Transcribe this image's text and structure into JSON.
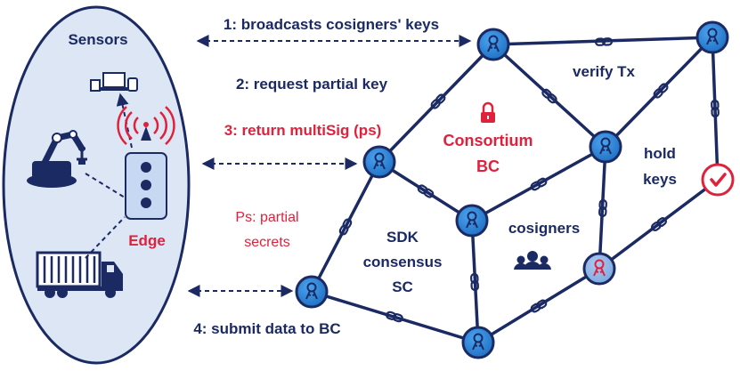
{
  "colors": {
    "navy": "#1b2a63",
    "node_fill": "#2d8be0",
    "node_fill_dark": "#1f6fc2",
    "sensor_fill": "#dce6f5",
    "red": "#e0213c",
    "pale_red_node": "#8ab3e6"
  },
  "sensors_panel": {
    "title": "Sensors",
    "edge_label": "Edge",
    "icons": [
      "devices-icon",
      "robot-arm-icon",
      "truck-icon",
      "antenna-icon",
      "edge-device-icon"
    ]
  },
  "steps": {
    "step1": "1: broadcasts cosigners' keys",
    "step2": "2: request partial key",
    "step3": "3: return multiSig (ps)",
    "step4": "4: submit data to BC"
  },
  "legend": {
    "ps_line1": "Ps: partial",
    "ps_line2": "secrets"
  },
  "network": {
    "consortium_line1": "Consortium",
    "consortium_line2": "BC",
    "verify": "verify Tx",
    "hold_line1": "hold",
    "hold_line2": "keys",
    "cosigners": "cosigners",
    "sdk_line1": "SDK",
    "sdk_line2": "consensus",
    "sdk_line3": "SC",
    "icons": [
      "lock-icon",
      "people-icon",
      "check-icon",
      "chain-link-icon"
    ]
  }
}
